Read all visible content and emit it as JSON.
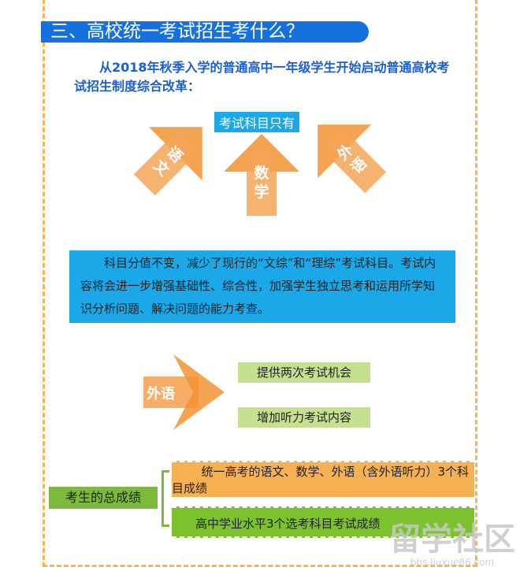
{
  "header": {
    "title": "三、高校统一考试招生考什么？"
  },
  "intro": "从2018年秋季入学的普通高中一年级学生开始启动普通高校考试招生制度综合改革：",
  "subjects": {
    "label": "考试科目只有",
    "items": [
      "语文",
      "数学",
      "外语"
    ]
  },
  "description": "科目分值不变，减少了现行的“文综”和“理综”考试科目。考试内容将会进一步增强基础性、综合性，加强学生独立思考和运用所学知识分析问题、解决问题的能力考查。",
  "foreign": {
    "label": "外语",
    "points": [
      "提供两次考试机会",
      "增加听力考试内容"
    ]
  },
  "total": {
    "label": "考生的总成绩",
    "parts": [
      "统一高考的语文、数学、外语（含外语听力）3个科目成绩",
      "高中学业水平3个选考科目考试成绩"
    ]
  },
  "watermark": {
    "name": "留学社区",
    "url": "bbs.liuxue86.com"
  },
  "colors": {
    "blue": "#1670e0",
    "cyan": "#1aa8e8",
    "orange": "#f39a3c",
    "green": "#7db93a"
  }
}
